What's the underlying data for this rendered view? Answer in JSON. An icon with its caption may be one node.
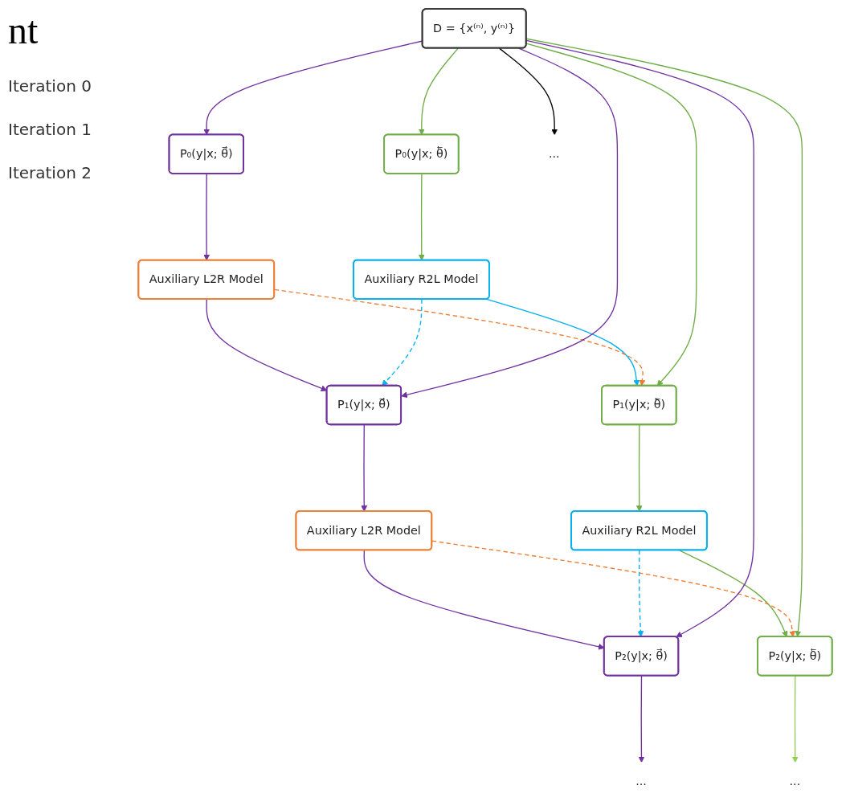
{
  "diagram": {
    "nodes": [
      {
        "text": [
          "D = {x⁽ⁿ⁾, y⁽ⁿ⁾}"
        ]
      },
      {
        "text": [
          "P₀(y|x; θ⃗)"
        ]
      },
      {
        "text": [
          "P₀(y|x; θ⃖)"
        ]
      },
      {
        "text": [
          "Auxiliary L2R Model"
        ]
      },
      {
        "text": [
          "Auxiliary R2L Model"
        ]
      },
      {
        "text": [
          "P₁(y|x; θ⃗)"
        ]
      },
      {
        "text": [
          "P₁(y|x; θ⃖)"
        ]
      },
      {
        "text": [
          "Auxiliary L2R Model"
        ]
      },
      {
        "text": [
          "Auxiliary R2L Model"
        ]
      },
      {
        "text": [
          "P₂(y|x; θ⃗)"
        ]
      },
      {
        "text": [
          "P₂(y|x; θ⃖)"
        ]
      },
      {
        "text": [
          "..."
        ]
      },
      {
        "text": [
          "..."
        ]
      },
      {
        "text": [
          "..."
        ]
      }
    ],
    "edges": [
      {
        "from": 0,
        "to": 1,
        "arrow": "to",
        "color": "#7030a0"
      },
      {
        "from": 1,
        "to": 3,
        "arrow": "to",
        "color": "#7030a0"
      },
      {
        "from": 3,
        "to": 5,
        "arrow": "to",
        "color": "#7030a0"
      },
      {
        "from": 5,
        "to": 7,
        "arrow": "to",
        "color": "#7030a0"
      },
      {
        "from": 7,
        "to": 9,
        "arrow": "to",
        "color": "#7030a0"
      },
      {
        "from": 9,
        "to": 11,
        "arrow": "to",
        "color": "#7030a0"
      },
      {
        "from": 0,
        "to": 12,
        "arrow": "to",
        "color": "#000000"
      },
      {
        "from": 0,
        "to": 2,
        "arrow": "to",
        "color": "#70ad47"
      },
      {
        "from": 2,
        "to": 4,
        "arrow": "to",
        "color": "#70ad47"
      },
      {
        "from": 4,
        "to": 6,
        "arrow": "to",
        "color": "#00b0f0"
      },
      {
        "from": 6,
        "to": 8,
        "arrow": "to",
        "color": "#70ad47"
      },
      {
        "from": 8,
        "to": 10,
        "arrow": "to",
        "color": "#70ad47"
      },
      {
        "from": 10,
        "to": 13,
        "arrow": "to",
        "color": "#92d050"
      },
      {
        "from": 3,
        "to": 6,
        "arrow": "to",
        "style": "dashed",
        "color": "#ed7d31"
      },
      {
        "from": 4,
        "to": 5,
        "arrow": "to",
        "style": "dashed",
        "color": "#00b0f0"
      },
      {
        "from": 7,
        "to": 10,
        "arrow": "to",
        "style": "dashed",
        "color": "#ed7d31"
      },
      {
        "from": 8,
        "to": 9,
        "arrow": "to",
        "style": "dashed",
        "color": "#00b0f0"
      },
      {
        "from": 0,
        "to": 5,
        "arrow": "to",
        "color": "#7030a0"
      },
      {
        "from": 0,
        "to": 6,
        "arrow": "to",
        "color": "#70ad47"
      },
      {
        "from": 0,
        "to": 9,
        "arrow": "to",
        "color": "#7030a0"
      },
      {
        "from": 0,
        "to": 10,
        "arrow": "to",
        "color": "#70ad47"
      }
    ],
    "labels": [
      "nt",
      "Iteration 0",
      "Iteration 1",
      "Iteration 2"
    ]
  }
}
